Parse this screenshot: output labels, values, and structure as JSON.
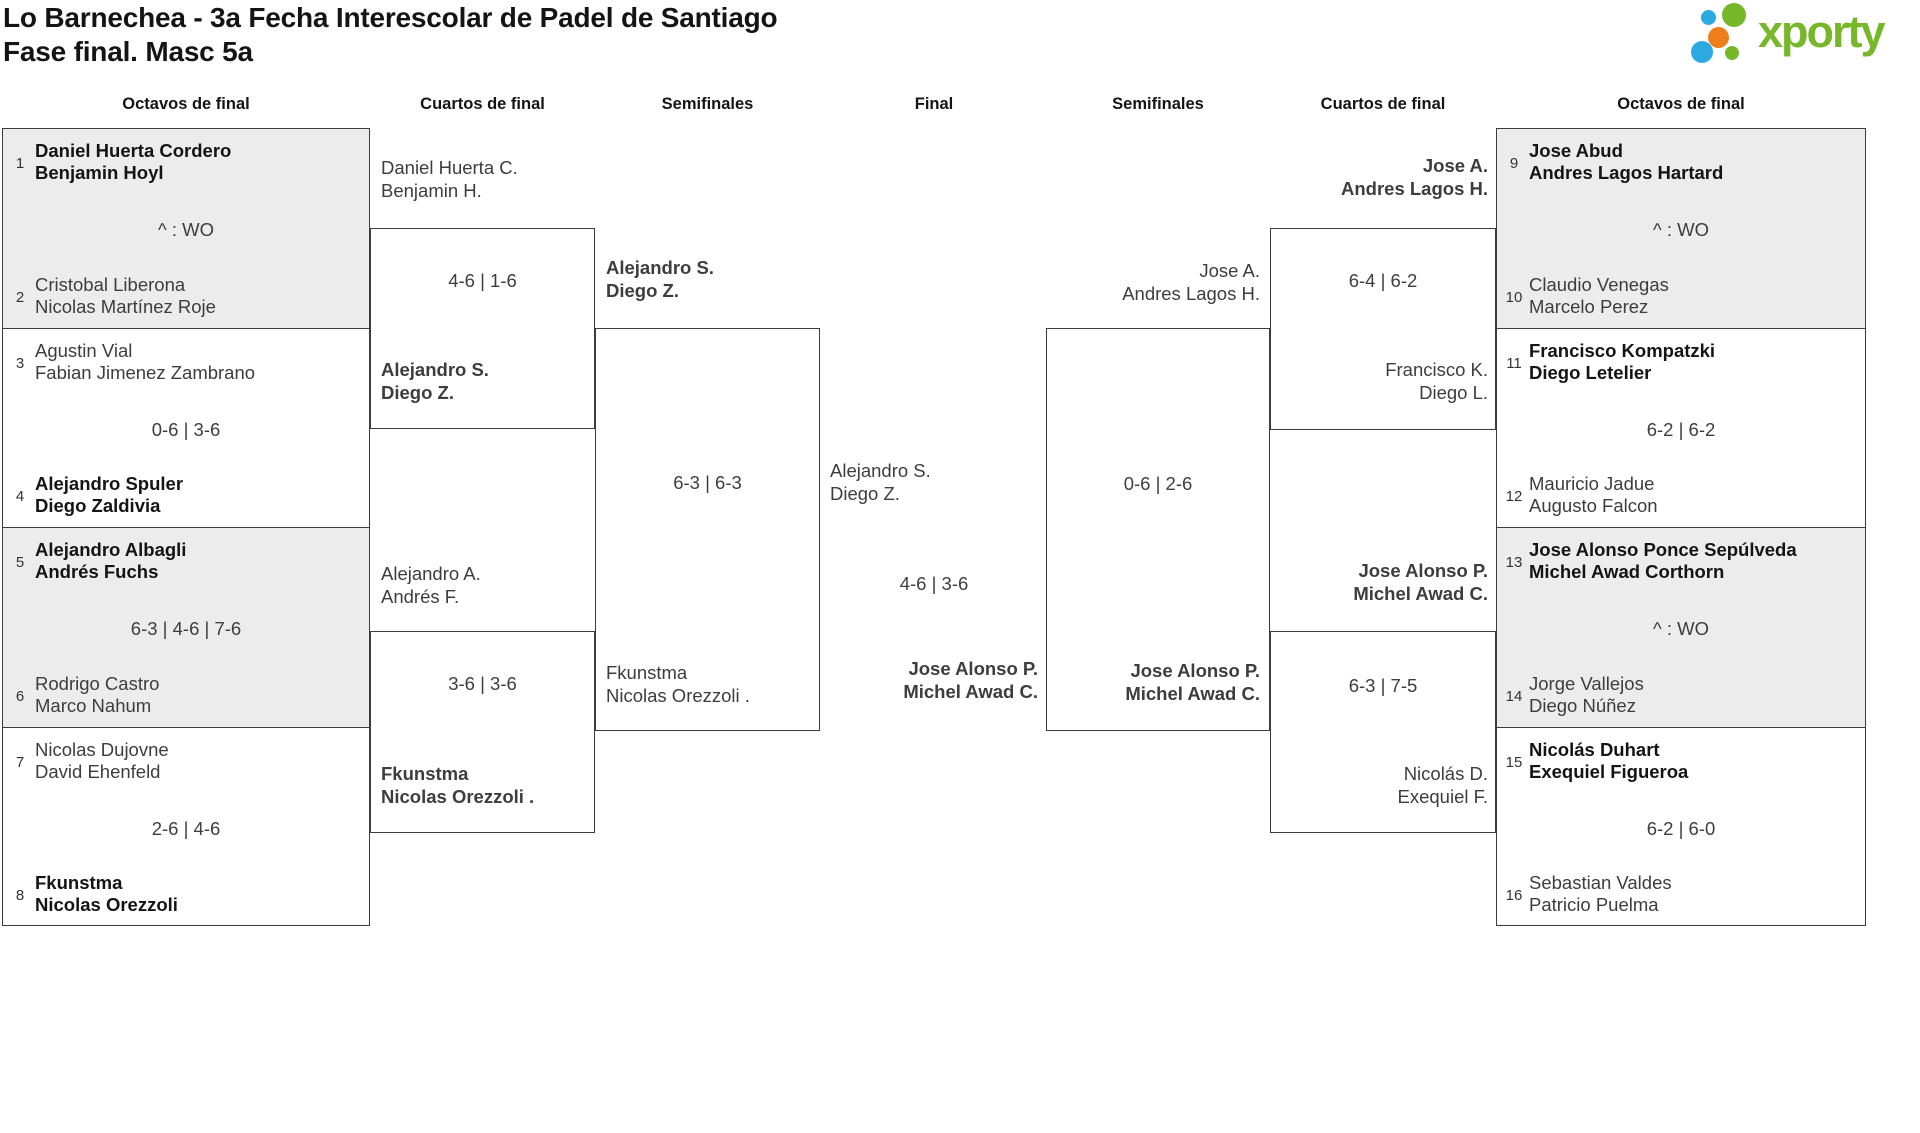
{
  "title": {
    "line1": "Lo Barnechea - 3a Fecha Interescolar de Padel de Santiago",
    "line2": "Fase final. Masc 5a"
  },
  "logo": {
    "brand": "xporty"
  },
  "colors": {
    "brand_green": "#76b82a",
    "brand_blue": "#2da9e1",
    "brand_orange": "#ee7f1b",
    "box_gray": "#ececec",
    "line": "#3c3c3c"
  },
  "headers": [
    "Octavos de final",
    "Cuartos de final",
    "Semifinales",
    "Final",
    "Semifinales",
    "Cuartos de final",
    "Octavos de final"
  ],
  "bracket": {
    "r16": [
      {
        "seed_top": "1",
        "team_top": [
          "Daniel Huerta Cordero",
          "Benjamin Hoyl"
        ],
        "score": "^ : WO",
        "seed_bottom": "2",
        "team_bottom": [
          "Cristobal Liberona",
          "Nicolas Martínez Roje"
        ],
        "winner": "top"
      },
      {
        "seed_top": "3",
        "team_top": [
          "Agustin Vial",
          "Fabian Jimenez Zambrano"
        ],
        "score": "0-6 | 3-6",
        "seed_bottom": "4",
        "team_bottom": [
          "Alejandro Spuler",
          "Diego Zaldivia"
        ],
        "winner": "bottom"
      },
      {
        "seed_top": "5",
        "team_top": [
          "Alejandro Albagli",
          "Andrés Fuchs"
        ],
        "score": "6-3 | 4-6 | 7-6",
        "seed_bottom": "6",
        "team_bottom": [
          "Rodrigo Castro",
          "Marco Nahum"
        ],
        "winner": "top"
      },
      {
        "seed_top": "7",
        "team_top": [
          "Nicolas Dujovne",
          "David Ehenfeld"
        ],
        "score": "2-6 | 4-6",
        "seed_bottom": "8",
        "team_bottom": [
          "Fkunstma",
          "Nicolas Orezzoli"
        ],
        "winner": "bottom"
      },
      {
        "seed_top": "9",
        "team_top": [
          "Jose Abud",
          "Andres Lagos Hartard"
        ],
        "score": "^ : WO",
        "seed_bottom": "10",
        "team_bottom": [
          "Claudio Venegas",
          "Marcelo Perez"
        ],
        "winner": "top"
      },
      {
        "seed_top": "11",
        "team_top": [
          "Francisco Kompatzki",
          "Diego Letelier"
        ],
        "score": "6-2 | 6-2",
        "seed_bottom": "12",
        "team_bottom": [
          "Mauricio Jadue",
          "Augusto Falcon"
        ],
        "winner": "top"
      },
      {
        "seed_top": "13",
        "team_top": [
          "Jose Alonso Ponce Sepúlveda",
          "Michel Awad Corthorn"
        ],
        "score": "^ : WO",
        "seed_bottom": "14",
        "team_bottom": [
          "Jorge Vallejos",
          "Diego Núñez"
        ],
        "winner": "top"
      },
      {
        "seed_top": "15",
        "team_top": [
          "Nicolás Duhart",
          "Exequiel Figueroa"
        ],
        "score": "6-2 | 6-0",
        "seed_bottom": "16",
        "team_bottom": [
          "Sebastian Valdes",
          "Patricio Puelma"
        ],
        "winner": "top"
      }
    ],
    "qf": [
      {
        "top": [
          "Daniel Huerta C.",
          "Benjamin H."
        ],
        "score": "4-6 | 1-6",
        "bottom": [
          "Alejandro S.",
          "Diego Z."
        ],
        "winner": "bottom"
      },
      {
        "top": [
          "Alejandro A.",
          "Andrés F."
        ],
        "score": "3-6 | 3-6",
        "bottom": [
          "Fkunstma",
          "Nicolas Orezzoli ."
        ],
        "winner": "bottom"
      },
      {
        "top": [
          "Jose A.",
          "Andres Lagos H."
        ],
        "score": "6-4 | 6-2",
        "bottom": [
          "Francisco K.",
          "Diego L."
        ],
        "winner": "top"
      },
      {
        "top": [
          "Jose Alonso P.",
          "Michel Awad C."
        ],
        "score": "6-3 | 7-5",
        "bottom": [
          "Nicolás D.",
          "Exequiel F."
        ],
        "winner": "top"
      }
    ],
    "sf": [
      {
        "top": [
          "Alejandro S.",
          "Diego Z."
        ],
        "score": "6-3 | 6-3",
        "bottom": [
          "Fkunstma",
          "Nicolas Orezzoli ."
        ],
        "winner": "top"
      },
      {
        "top": [
          "Jose A.",
          "Andres Lagos H."
        ],
        "score": "0-6 | 2-6",
        "bottom": [
          "Jose Alonso P.",
          "Michel Awad C."
        ],
        "winner": "bottom"
      }
    ],
    "final": {
      "top": [
        "Alejandro S.",
        "Diego Z."
      ],
      "score": "4-6 | 3-6",
      "bottom": [
        "Jose Alonso P.",
        "Michel Awad C."
      ],
      "winner": "bottom"
    }
  }
}
